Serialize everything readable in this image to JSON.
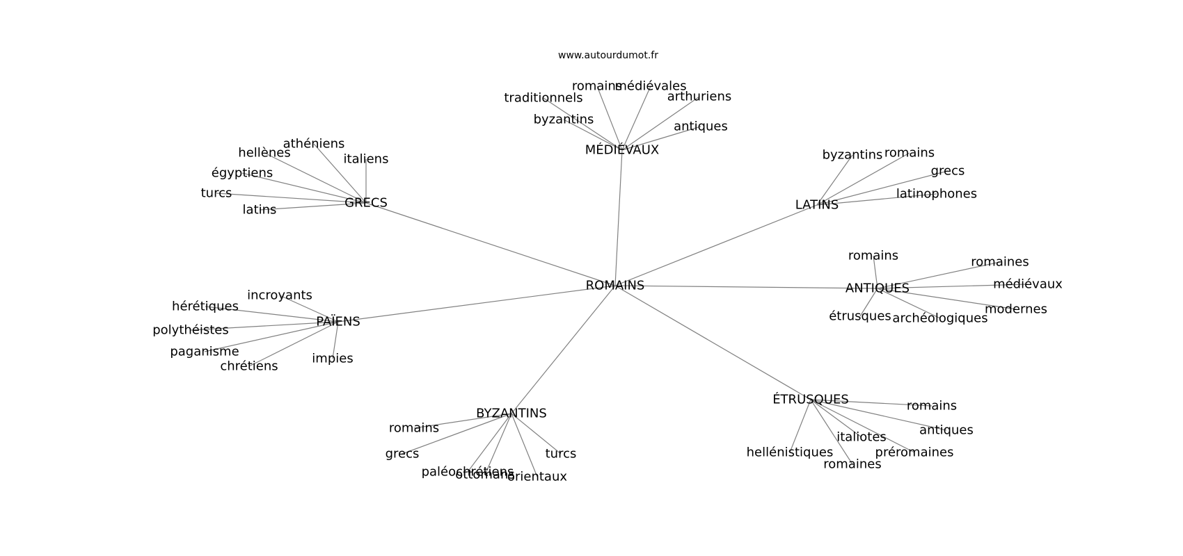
{
  "credit": "www.autourdumot.fr",
  "graph": {
    "center": "ROMAINS",
    "groups": [
      {
        "label": "MÉDIÉVAUX",
        "children": [
          "romains",
          "médiévales",
          "traditionnels",
          "arthuriens",
          "byzantins",
          "antiques"
        ]
      },
      {
        "label": "GRECS",
        "children": [
          "athéniens",
          "hellènes",
          "italiens",
          "égyptiens",
          "turcs",
          "latins"
        ]
      },
      {
        "label": "LATINS",
        "children": [
          "byzantins",
          "romains",
          "grecs",
          "latinophones"
        ]
      },
      {
        "label": "ANTIQUES",
        "children": [
          "romains",
          "romaines",
          "médiévaux",
          "modernes",
          "étrusques",
          "archéologiques"
        ]
      },
      {
        "label": "PAÏENS",
        "children": [
          "incroyants",
          "hérétiques",
          "polythéistes",
          "paganisme",
          "chrétiens",
          "impies"
        ]
      },
      {
        "label": "ÉTRUSQUES",
        "children": [
          "romains",
          "antiques",
          "italiotes",
          "préromaines",
          "hellénistiques",
          "romaines"
        ]
      },
      {
        "label": "BYZANTINS",
        "children": [
          "romains",
          "grecs",
          "turcs",
          "paléochrétiens",
          "ottomans",
          "orientaux"
        ]
      }
    ]
  }
}
